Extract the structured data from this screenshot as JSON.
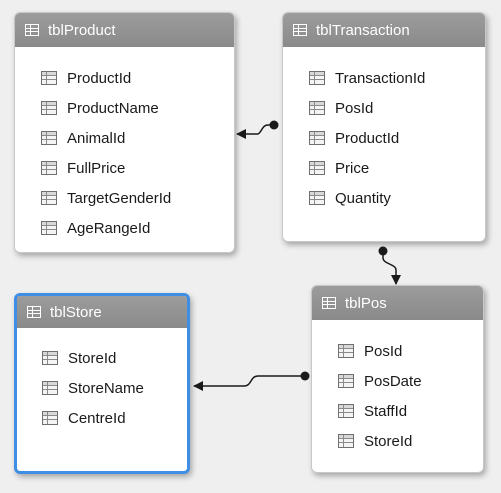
{
  "tables": [
    {
      "id": "tblProduct",
      "title": "tblProduct",
      "fields": [
        "ProductId",
        "ProductName",
        "AnimalId",
        "FullPrice",
        "TargetGenderId",
        "AgeRangeId"
      ]
    },
    {
      "id": "tblTransaction",
      "title": "tblTransaction",
      "fields": [
        "TransactionId",
        "PosId",
        "ProductId",
        "Price",
        "Quantity"
      ]
    },
    {
      "id": "tblStore",
      "title": "tblStore",
      "fields": [
        "StoreId",
        "StoreName",
        "CentreId"
      ],
      "selected": true
    },
    {
      "id": "tblPos",
      "title": "tblPos",
      "fields": [
        "PosId",
        "PosDate",
        "StaffId",
        "StoreId"
      ]
    }
  ],
  "relationships": [
    {
      "from": "tblTransaction",
      "to": "tblProduct"
    },
    {
      "from": "tblTransaction",
      "to": "tblPos"
    },
    {
      "from": "tblPos",
      "to": "tblStore"
    }
  ],
  "colors": {
    "header": "#8f8f8f",
    "selected_border": "#3f8ee6",
    "connector": "#1a1a1a"
  }
}
